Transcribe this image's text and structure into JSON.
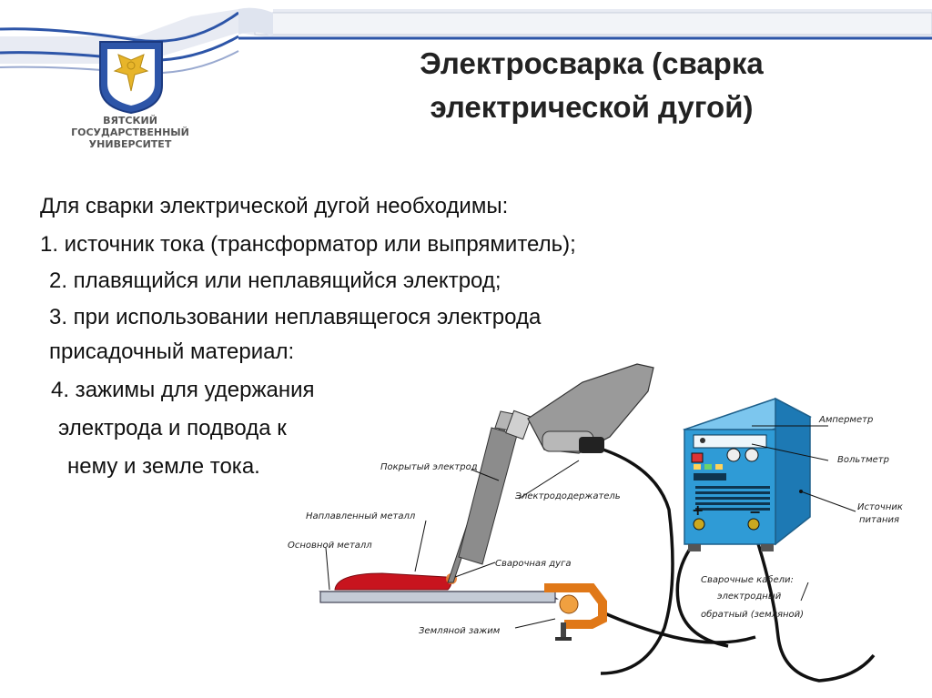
{
  "header": {
    "university_lines": [
      "ВЯТСКИЙ",
      "ГОСУДАРСТВЕННЫЙ",
      "УНИВЕРСИТЕТ"
    ],
    "title_lines": [
      "Электросварка (сварка",
      "электрической дугой)"
    ]
  },
  "body": {
    "lines": [
      "Для сварки электрической дугой необходимы:",
      "1. источник тока (трансформатор или выпрямитель);",
      "2. плавящийся или неплавящийся электрод;",
      "3. при использовании неплавящегося электрода",
      "присадочный материал:",
      "4. зажимы для удержания",
      "электрода и подвода к",
      "нему и земле тока."
    ]
  },
  "diagram": {
    "labels": {
      "ammeter": "Амперметр",
      "voltmeter": "Вольтметр",
      "power_source_line1": "Источник",
      "power_source_line2": "питания",
      "coated_electrode": "Покрытый электрод",
      "electrode_holder": "Электрододержатель",
      "deposited_metal": "Наплавленный металл",
      "base_metal": "Основной металл",
      "welding_arc": "Сварочная дуга",
      "cables_line1": "Сварочные кабели:",
      "cables_line2": "электродный",
      "cables_line3": "обратный (земляной)",
      "ground_clamp": "Земляной зажим",
      "plus_sign": "+",
      "minus_sign": "−"
    }
  },
  "colors": {
    "ribbon": "#2d55a8",
    "machine": "#2f9bd6",
    "weld": "#c8141e",
    "clamp": "#e07818",
    "glove": "#9a9a9a"
  }
}
